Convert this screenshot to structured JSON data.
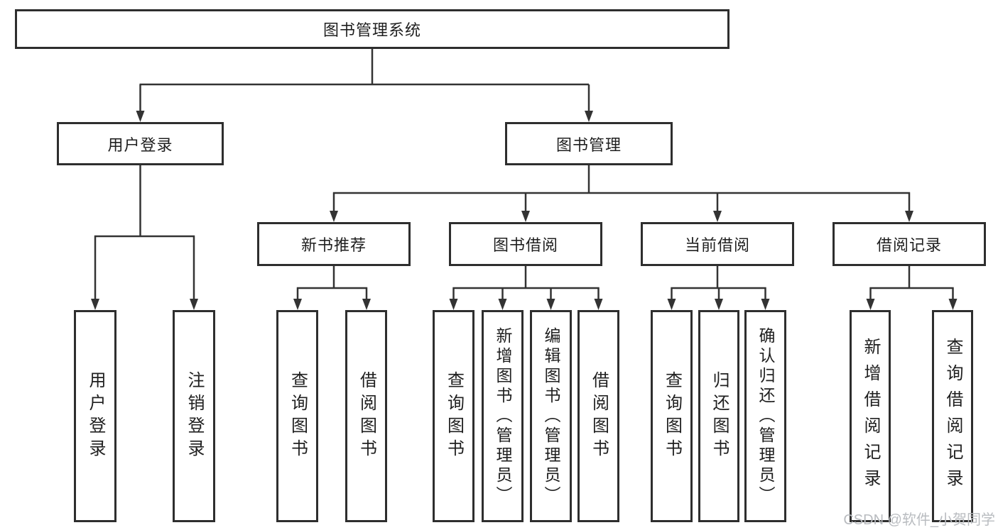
{
  "tree": {
    "root": "图书管理系统",
    "branches": [
      {
        "label": "用户登录",
        "children": [
          "用户登录",
          "注销登录"
        ]
      },
      {
        "label": "图书管理",
        "groups": [
          {
            "label": "新书推荐",
            "children": [
              "查询图书",
              "借阅图书"
            ]
          },
          {
            "label": "图书借阅",
            "children": [
              "查询图书",
              "新增图书（管理员）",
              "编辑图书（管理员）",
              "借阅图书"
            ]
          },
          {
            "label": "当前借阅",
            "children": [
              "查询图书",
              "归还图书",
              "确认归还（管理员）"
            ]
          },
          {
            "label": "借阅记录",
            "children": [
              "新增借阅记录",
              "查询借阅记录"
            ]
          }
        ]
      }
    ]
  },
  "watermark": {
    "text": "CSDN @软件_小贺同学"
  },
  "colors": {
    "line": "#333333",
    "box_border": "#2e2e2e",
    "text": "#1f1f1f",
    "watermark": "#b9bcc0",
    "background": "#ffffff"
  }
}
